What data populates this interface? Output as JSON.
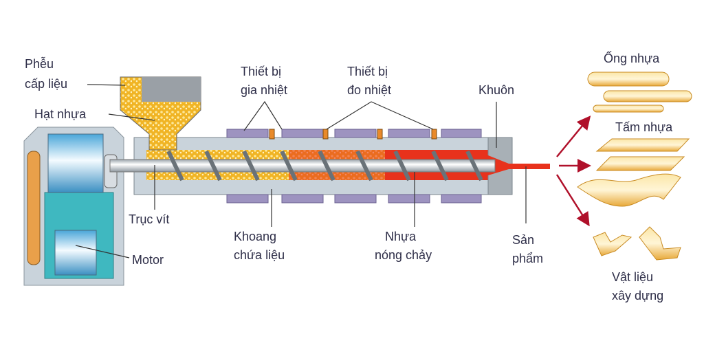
{
  "labels": {
    "hopper": [
      "Phễu",
      "cấp liệu"
    ],
    "pellets": "Hạt nhựa",
    "heater": [
      "Thiết bị",
      "gia nhiệt"
    ],
    "thermo": [
      "Thiết bị",
      "đo nhiệt"
    ],
    "die": "Khuôn",
    "screw": "Trục vít",
    "chamber": [
      "Khoang",
      "chứa liệu"
    ],
    "melt": [
      "Nhựa",
      "nóng chảy"
    ],
    "product": [
      "Sản",
      "phẩm"
    ],
    "motor": "Motor",
    "pipes": "Ống nhựa",
    "sheets": "Tấm nhựa",
    "construction": [
      "Vật liệu",
      "xây dựng"
    ]
  },
  "colors": {
    "barrel": "#c9d3db",
    "melt": "#e8321c",
    "pellet": "#f0b020",
    "heater": "#9d93c0",
    "motor": "#3fb8c0",
    "arrow": "#b0102a",
    "product": "#f5cf72"
  }
}
